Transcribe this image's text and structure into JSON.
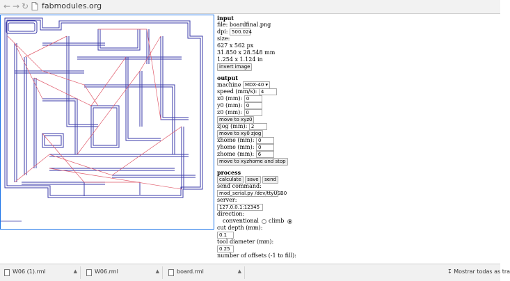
{
  "browser": {
    "url": "fabmodules.org"
  },
  "input": {
    "heading": "input",
    "file_label": "file: boardfinal.png",
    "dpi_label": "dpi:",
    "dpi_value": "500.024",
    "size_label": "size:",
    "size_px": "627 x 562 px",
    "size_mm": "31.850 x 28.548 mm",
    "size_in": "1.254 x 1.124 in",
    "invert_button": "invert image"
  },
  "output": {
    "heading": "output",
    "machine_label": "machine",
    "machine_value": "MDX-40",
    "speed_label": "speed (mm/s):",
    "speed_value": "4",
    "x0_label": "x0 (mm):",
    "x0_value": "0",
    "y0_label": "y0 (mm):",
    "y0_value": "0",
    "z0_label": "z0 (mm):",
    "z0_value": "0",
    "move_xyz0_button": "move to xyz0",
    "zjog_label": "zjog (mm):",
    "zjog_value": "2",
    "move_xy0_zjog_button": "move to xy0 zjog",
    "xhome_label": "xhome (mm):",
    "xhome_value": "0",
    "yhome_label": "yhome (mm):",
    "yhome_value": "0",
    "zhome_label": "zhome (mm):",
    "zhome_value": "6",
    "move_home_button": "move to xyzhome and stop"
  },
  "process": {
    "heading": "process",
    "calculate_button": "calculate",
    "save_button": "save",
    "send_button": "send",
    "send_command_label": "send command:",
    "send_command_value": "mod_serial.py /dev/ttyUSB0",
    "server_label": "server:",
    "server_value": "127.0.0.1:12345",
    "direction_label": "direction:",
    "conventional_label": "conventional",
    "climb_label": "climb",
    "cut_depth_label": "cut depth (mm):",
    "cut_depth_value": "0.1",
    "tool_diameter_label": "tool diameter (mm):",
    "tool_diameter_value": "0.25",
    "offsets_label": "number of offsets (-1 to fill):"
  },
  "downloads": {
    "items": [
      {
        "name": "W06 (1).rml"
      },
      {
        "name": "W06.rml"
      },
      {
        "name": "board.rml"
      }
    ],
    "show_all": "Mostrar todas as  tra"
  },
  "colors": {
    "toolpath": "#3a3aa8",
    "travel": "#e05a6a",
    "canvas_border": "#1a73e8"
  }
}
